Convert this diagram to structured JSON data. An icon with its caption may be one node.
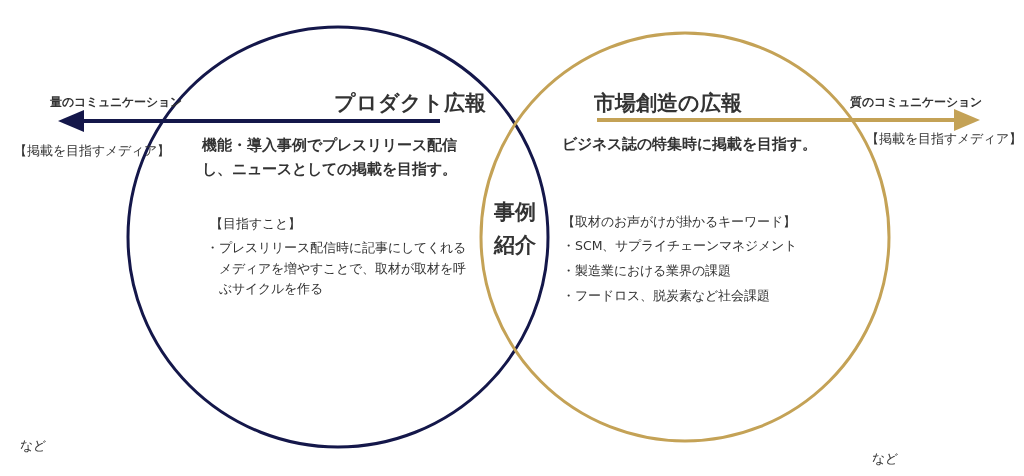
{
  "diagram": {
    "nodes": [
      {
        "text": [
          "プロダクト広報",
          "機能・導入事例でプレスリリース配信し、ニュースとしての掲載を目指す。",
          "【目指すこと】",
          "・プレスリリース配信時に記事にしてくれるメディアを増やすことで、取材が取材を呼ぶサイクルを作る"
        ]
      },
      {
        "text": [
          "市場創造の広報",
          "ビジネス誌の特集時に掲載を目指す。",
          "【取材のお声がけが掛かるキーワード】",
          "・SCM、サプライチェーンマネジメント",
          "・製造業における業界の課題",
          "・フードロス、脱炭素など社会課題"
        ]
      },
      {
        "text": [
          "事例紹介"
        ]
      }
    ],
    "edges": [],
    "labels": [
      "量のコミュニケーション",
      "質のコミュニケーション",
      "【掲載を目指すメディア】",
      "【掲載を目指すメディア】",
      "など",
      "など"
    ]
  }
}
